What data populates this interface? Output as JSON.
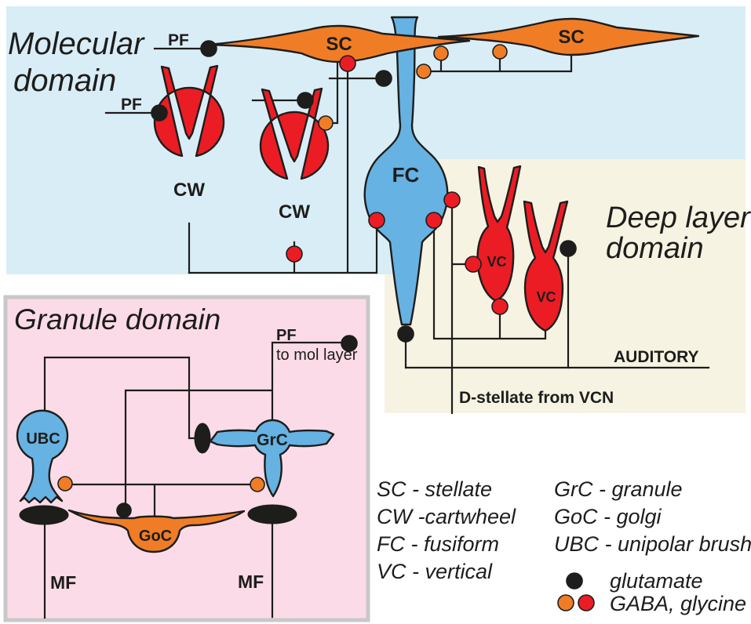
{
  "regions": {
    "molecular": {
      "title_line1": "Molecular",
      "title_line2": "domain"
    },
    "deep_layer": {
      "title_line1": "Deep layer",
      "title_line2": "domain"
    },
    "granule": {
      "title": "Granule domain"
    }
  },
  "cells": {
    "sc1": "SC",
    "sc2": "SC",
    "cw1": "CW",
    "cw2": "CW",
    "fc": "FC",
    "vc1": "VC",
    "vc2": "VC",
    "ubc": "UBC",
    "grc": "GrC",
    "goc": "GoC"
  },
  "fibers": {
    "pf_top": "PF",
    "pf_mid": "PF",
    "pf_granule": "PF",
    "to_mol_layer": "to mol layer",
    "mf_left": "MF",
    "mf_right": "MF",
    "auditory": "AUDITORY",
    "d_stellate": "D-stellate from VCN"
  },
  "legend": {
    "abbreviations_left": [
      "SC - stellate",
      "CW -cartwheel",
      "FC - fusiform",
      "VC - vertical"
    ],
    "abbreviations_right": [
      "GrC - granule",
      "GoC - golgi",
      "UBC - unipolar brush"
    ],
    "glutamate": "glutamate",
    "gaba_glycine": "GABA, glycine"
  },
  "colors": {
    "page_bg": "#FFFFFF",
    "molecular_bg": "#D9EDF7",
    "deep_layer_bg": "#F6F3E3",
    "granule_bg": "#FBDBE7",
    "granule_border": "#C9C7C8",
    "cell_red": "#EC1C24",
    "cell_orange": "#F07D26",
    "cell_blue": "#66B2E2",
    "ink": "#1D1D1B"
  }
}
